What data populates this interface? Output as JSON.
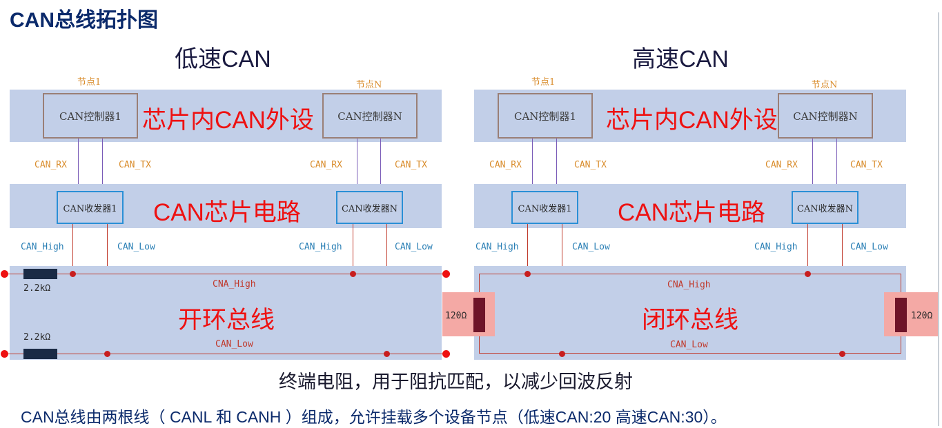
{
  "title": "CAN总线拓扑图",
  "low_speed": {
    "heading": "低速CAN",
    "node1_label": "节点1",
    "nodeN_label": "节点N",
    "controller1": "CAN控制器1",
    "controllerN": "CAN控制器N",
    "peripheral_label": "芯片内CAN外设",
    "can_rx": "CAN_RX",
    "can_tx": "CAN_TX",
    "transceiver1": "CAN收发器1",
    "transceiverN": "CAN收发器N",
    "chip_circuit_label": "CAN芯片电路",
    "can_high": "CAN_High",
    "can_low": "CAN_Low",
    "bus_high": "CNA_High",
    "bus_low": "CAN_Low",
    "bus_label": "开环总线",
    "resistor": "2.2kΩ"
  },
  "high_speed": {
    "heading": "高速CAN",
    "node1_label": "节点1",
    "nodeN_label": "节点N",
    "controller1": "CAN控制器1",
    "controllerN": "CAN控制器N",
    "peripheral_label": "芯片内CAN外设",
    "can_rx": "CAN_RX",
    "can_tx": "CAN_TX",
    "transceiver1": "CAN收发器1",
    "transceiverN": "CAN收发器N",
    "chip_circuit_label": "CAN芯片电路",
    "can_high": "CAN_High",
    "can_low": "CAN_Low",
    "bus_high": "CNA_High",
    "bus_low": "CAN_Low",
    "bus_label": "闭环总线",
    "resistor": "120Ω"
  },
  "termination_caption": "终端电阻，用于阻抗匹配，以减少回波反射",
  "footer_note": "CAN总线由两根线（ CANL 和 CANH ）组成，允许挂载多个设备节点（低速CAN:20 高速CAN:30）。",
  "colors": {
    "band": "#c2cfe8",
    "emphasis_red": "#ee1111",
    "signal_orange": "#d98c2b",
    "signal_blue": "#2a7fb5",
    "bus_wire": "#c0392b",
    "controller_border": "#9a7f76",
    "transceiver_border": "#2a8fd6",
    "termination_pad": "#f4a9a5",
    "termination_resistor": "#6e1428"
  }
}
